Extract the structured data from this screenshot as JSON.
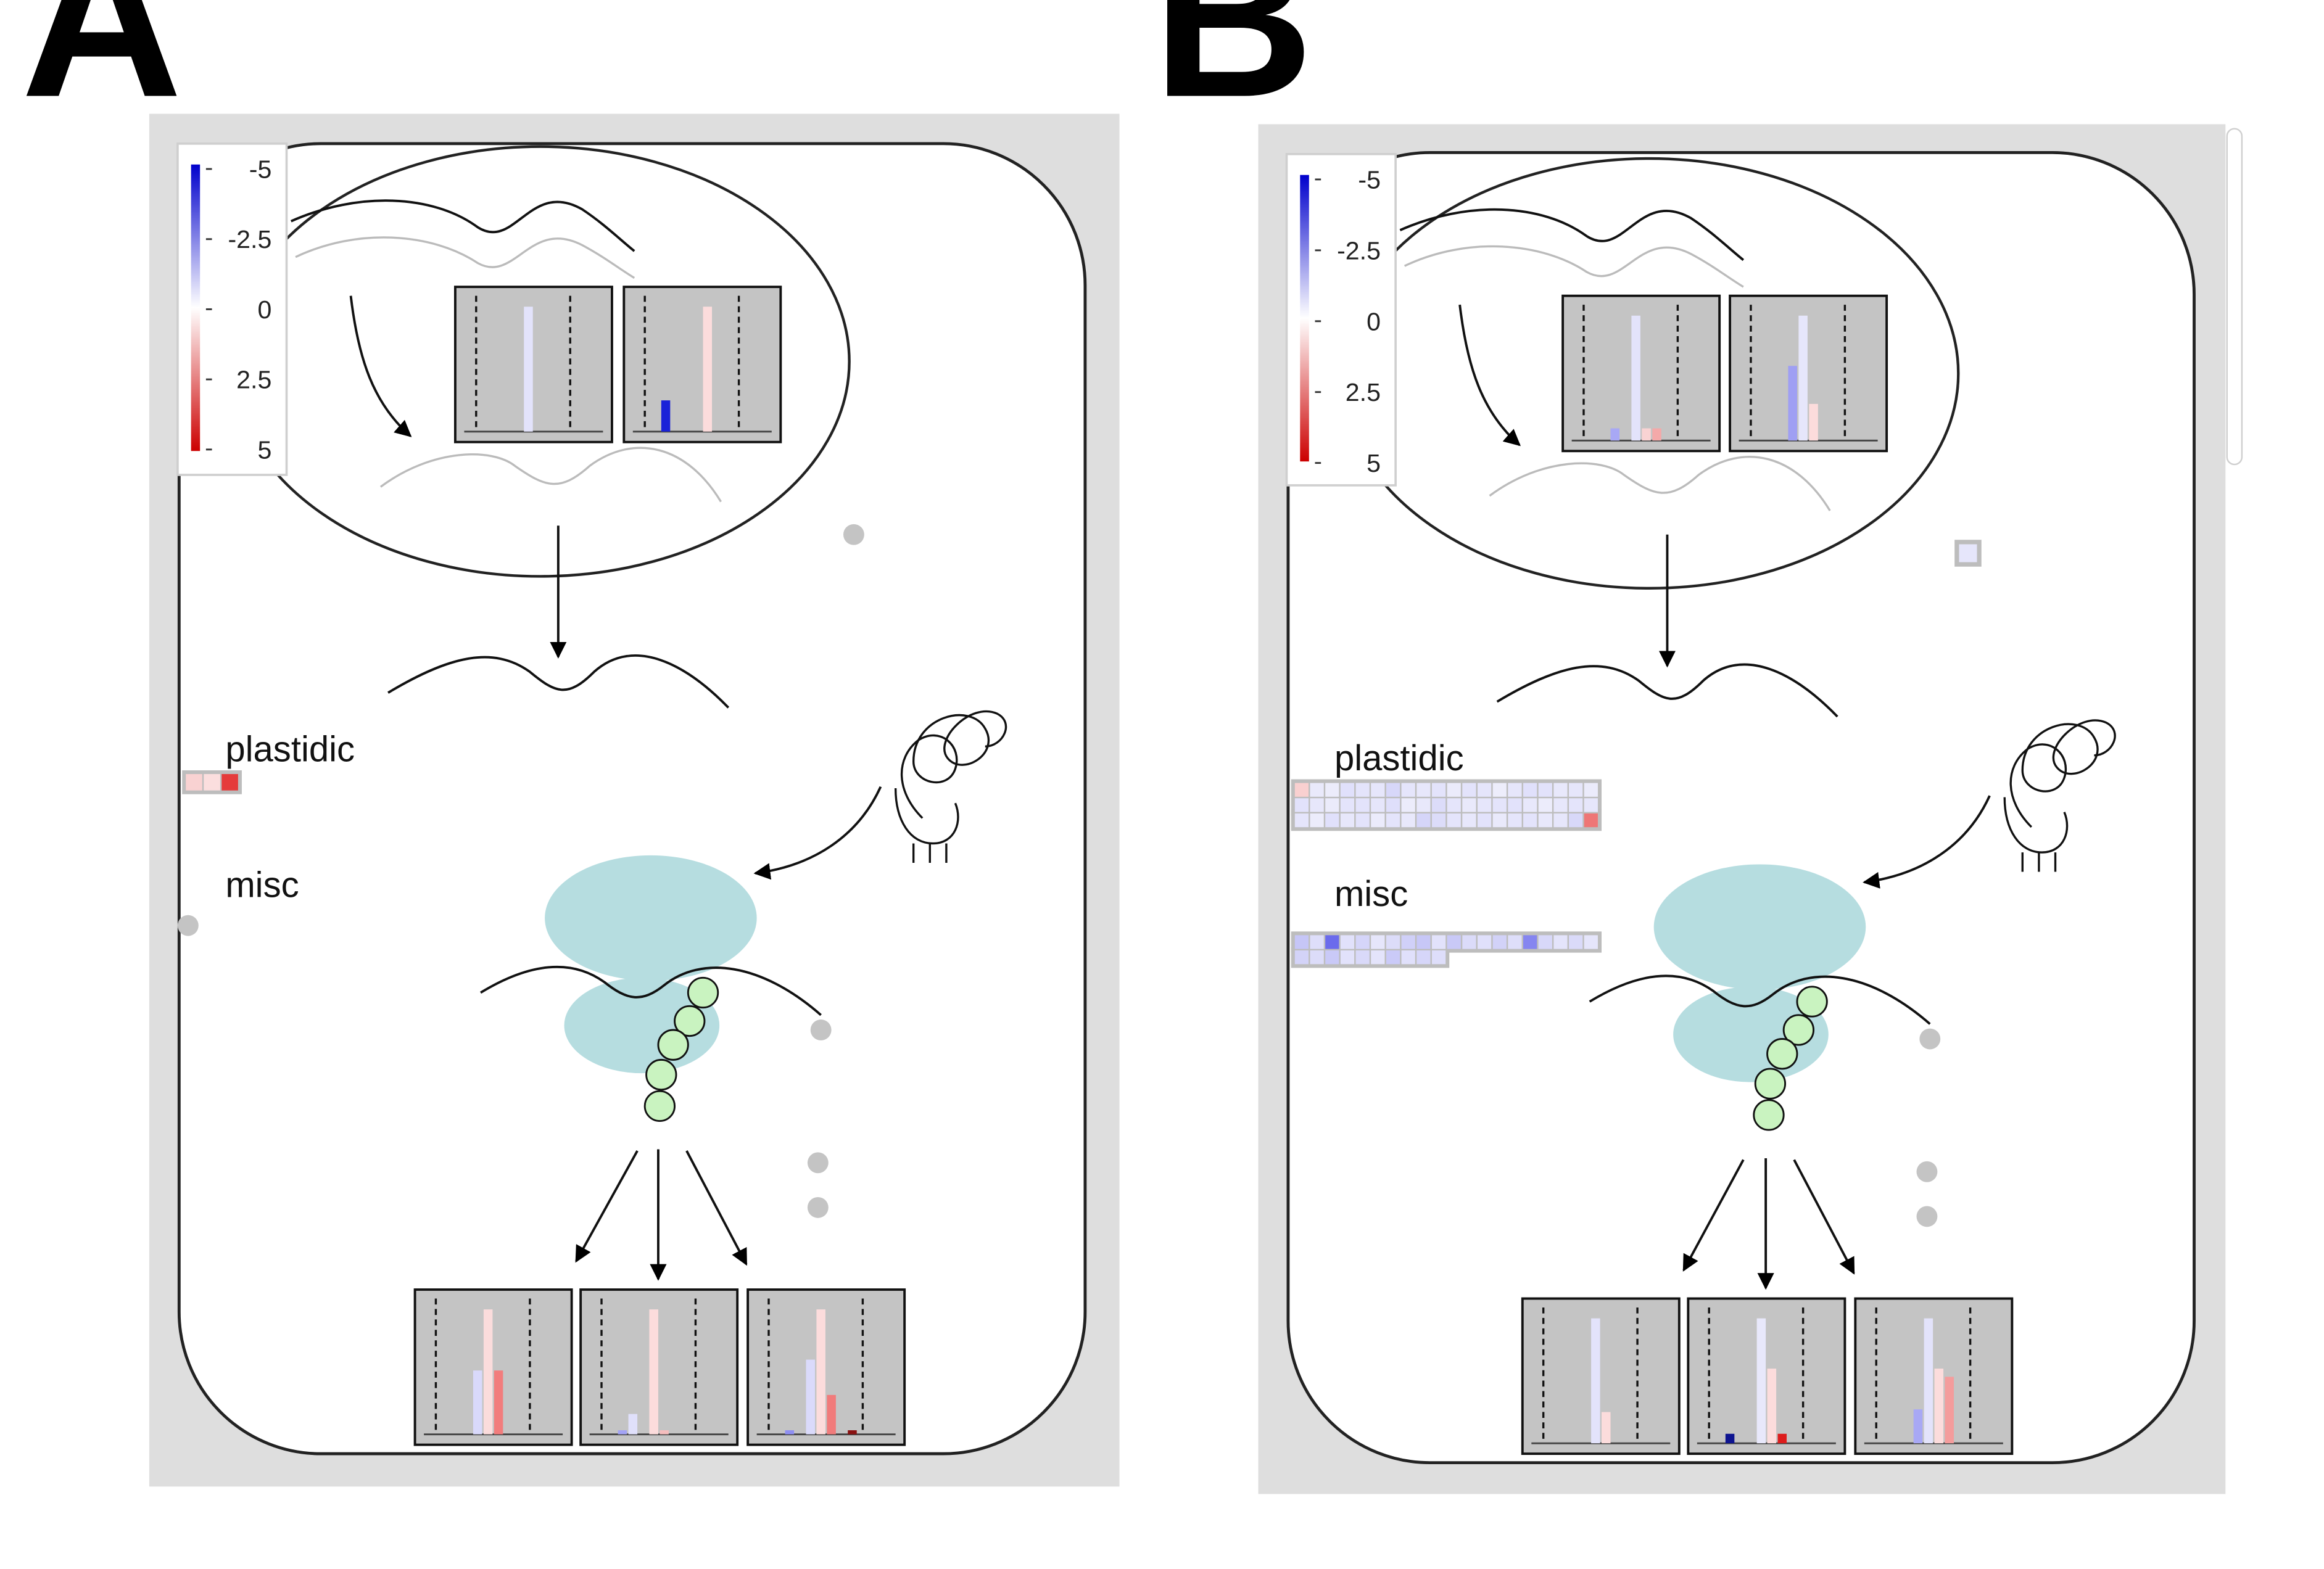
{
  "panels": [
    {
      "letter": "A",
      "legend_ticks": [
        "-5",
        "-2.5",
        "0",
        "2.5",
        "5"
      ],
      "labels": [
        "plastidic",
        "misc"
      ],
      "plastidic_cells": [
        "#f9d2d2",
        "#fbdede",
        "#e53b3b"
      ],
      "misc_cells": [],
      "nucleus_charts": [
        {
          "bars": [
            {
              "slot": 4,
              "h": 0.92,
              "color": "#e3e3fb"
            }
          ]
        },
        {
          "bars": [
            {
              "slot": 1,
              "h": 0.23,
              "color": "#1a22d8"
            },
            {
              "slot": 5,
              "h": 0.92,
              "color": "#fcdcdc"
            }
          ]
        }
      ],
      "product_charts": [
        {
          "bars": [
            {
              "slot": 3,
              "h": 0.47,
              "color": "#d9d9fb"
            },
            {
              "slot": 4,
              "h": 0.92,
              "color": "#fbdcdc"
            },
            {
              "slot": 5,
              "h": 0.47,
              "color": "#f27c7c"
            }
          ]
        },
        {
          "bars": [
            {
              "slot": 1,
              "h": 0.03,
              "color": "#a3a3f5"
            },
            {
              "slot": 2,
              "h": 0.15,
              "color": "#e0e0fb"
            },
            {
              "slot": 4,
              "h": 0.92,
              "color": "#fcdcdc"
            },
            {
              "slot": 5,
              "h": 0.03,
              "color": "#f5bdbd"
            }
          ]
        },
        {
          "bars": [
            {
              "slot": 1,
              "h": 0.03,
              "color": "#8f8ff3"
            },
            {
              "slot": 3,
              "h": 0.55,
              "color": "#dadafb"
            },
            {
              "slot": 4,
              "h": 0.92,
              "color": "#fcdcdc"
            },
            {
              "slot": 5,
              "h": 0.29,
              "color": "#f17b7b"
            },
            {
              "slot": 7,
              "h": 0.03,
              "color": "#8a1111"
            }
          ]
        }
      ]
    },
    {
      "letter": "B",
      "legend_ticks": [
        "-5",
        "-2.5",
        "0",
        "2.5",
        "5"
      ],
      "labels": [
        "plastidic",
        "misc"
      ],
      "plastidic_cells": [
        "#f9d0d0",
        "#e9e9fb",
        "#ececfb",
        "#e0e0fb",
        "#e4e4fb",
        "#e6e6fb",
        "#d7d7f9",
        "#e5e5fb",
        "#e7e7fb",
        "#e3e3fb",
        "#ebebfb",
        "#e3e3fb",
        "#e5e5fb",
        "#ededfb",
        "#e6e6fb",
        "#e0e0fb",
        "#e2e2fb",
        "#e8e8fb",
        "#e6e6fb",
        "#ebebfb",
        "#e2e2fb",
        "#e7e7fb",
        "#ebebfb",
        "#e4e4fb",
        "#e3e3fb",
        "#e6e6fb",
        "#dfdffb",
        "#ececfb",
        "#e8e8fb",
        "#dcdcf9",
        "#e5e5fb",
        "#e9e9fb",
        "#e6e6fb",
        "#e4e4fb",
        "#e2e2fb",
        "#e8e8fb",
        "#ececfb",
        "#e7e7fb",
        "#e4e4fb",
        "#e6e6fb",
        "#e5e5fb",
        "#ececfb",
        "#e0e0fb",
        "#e7e7fb",
        "#e3e3fb",
        "#ebebfb",
        "#e4e4fb",
        "#e8e8fb",
        "#d5d5f9",
        "#dcdcf9",
        "#e4e4fb",
        "#e7e7fb",
        "#e2e2fb",
        "#e9e9fb",
        "#e5e5fb",
        "#e3e3fb",
        "#e8e8fb",
        "#e6e6fb",
        "#d8d8f9",
        "#ee7676"
      ],
      "misc_cells": [
        "#c6c6f7",
        "#dedefa",
        "#6b6bec",
        "#e1e1fb",
        "#d5d5f9",
        "#e6e6fb",
        "#dcdcf9",
        "#d0d0f8",
        "#c7c7f7",
        "#e2e2fb",
        "#c9c9f7",
        "#dbdbf9",
        "#e0e0fb",
        "#d2d2f8",
        "#dedefa",
        "#8585f0",
        "#d8d8f9",
        "#e4e4fb",
        "#dadaf9",
        "#e5e5fb",
        "#d3d3f8",
        "#dcdcf9",
        "#c9c9f7",
        "#e2e2fb",
        "#d9d9f9",
        "#e4e4fb",
        "#cacaf8",
        "#e0e0fb",
        "#d6d6f9",
        "#dedefa"
      ],
      "nucleus_charts": [
        {
          "bars": [
            {
              "slot": 2,
              "h": 0.09,
              "color": "#a8a8f5"
            },
            {
              "slot": 4,
              "h": 0.92,
              "color": "#e3e3fb"
            },
            {
              "slot": 5,
              "h": 0.09,
              "color": "#f9d3d3"
            },
            {
              "slot": 6,
              "h": 0.09,
              "color": "#f4a9a9"
            }
          ]
        },
        {
          "bars": [
            {
              "slot": 3,
              "h": 0.55,
              "color": "#9f9ff3"
            },
            {
              "slot": 4,
              "h": 0.92,
              "color": "#e6e6fb"
            },
            {
              "slot": 5,
              "h": 0.27,
              "color": "#fcdcdc"
            }
          ]
        }
      ],
      "product_charts": [
        {
          "bars": [
            {
              "slot": 4,
              "h": 0.92,
              "color": "#e3e3fb"
            },
            {
              "slot": 5,
              "h": 0.23,
              "color": "#fcdcdc"
            }
          ]
        },
        {
          "bars": [
            {
              "slot": 1,
              "h": 0.07,
              "color": "#0e1490"
            },
            {
              "slot": 4,
              "h": 0.92,
              "color": "#e8e8fb"
            },
            {
              "slot": 5,
              "h": 0.55,
              "color": "#fcdcdc"
            },
            {
              "slot": 6,
              "h": 0.07,
              "color": "#dd1c1c"
            }
          ]
        },
        {
          "bars": [
            {
              "slot": 3,
              "h": 0.25,
              "color": "#a8a8f5"
            },
            {
              "slot": 4,
              "h": 0.92,
              "color": "#e3e3fb"
            },
            {
              "slot": 5,
              "h": 0.55,
              "color": "#fcdcdc"
            },
            {
              "slot": 6,
              "h": 0.49,
              "color": "#f49c9c"
            }
          ]
        }
      ]
    }
  ]
}
